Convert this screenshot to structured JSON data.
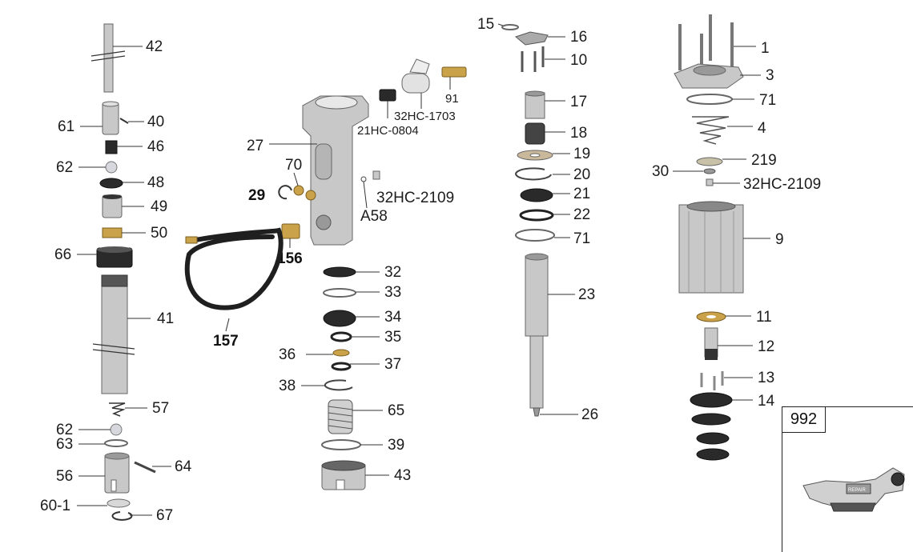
{
  "labels": {
    "p42": "42",
    "p61": "61",
    "p40": "40",
    "p46": "46",
    "p62a": "62",
    "p48": "48",
    "p49": "49",
    "p50": "50",
    "p66": "66",
    "p41": "41",
    "p57": "57",
    "p62b": "62",
    "p63": "63",
    "p56": "56",
    "p64": "64",
    "p601": "60-1",
    "p67": "67",
    "p27": "27",
    "p70": "70",
    "p29": "29",
    "p58": "A58",
    "p2109a": "32HC-2109",
    "p156": "156",
    "p157": "157",
    "p0804": "21HC-0804",
    "p1703": "32HC-1703",
    "p91": "91",
    "p32": "32",
    "p33": "33",
    "p34": "34",
    "p35": "35",
    "p36": "36",
    "p37": "37",
    "p38": "38",
    "p65": "65",
    "p39": "39",
    "p43": "43",
    "p15": "15",
    "p16": "16",
    "p10": "10",
    "p17": "17",
    "p18": "18",
    "p19": "19",
    "p20": "20",
    "p21": "21",
    "p22": "22",
    "p71a": "71",
    "p23": "23",
    "p26": "26",
    "p1": "1",
    "p3": "3",
    "p71b": "71",
    "p4": "4",
    "p219": "219",
    "p30": "30",
    "p2109b": "32HC-2109",
    "p9": "9",
    "p11": "11",
    "p12": "12",
    "p13": "13",
    "p14": "14"
  },
  "kit": {
    "number": "992",
    "tool_text": "REPAIR"
  },
  "colors": {
    "metal": "#c8c8c8",
    "dark": "#2a2a2a",
    "brass": "#c9a24a"
  }
}
